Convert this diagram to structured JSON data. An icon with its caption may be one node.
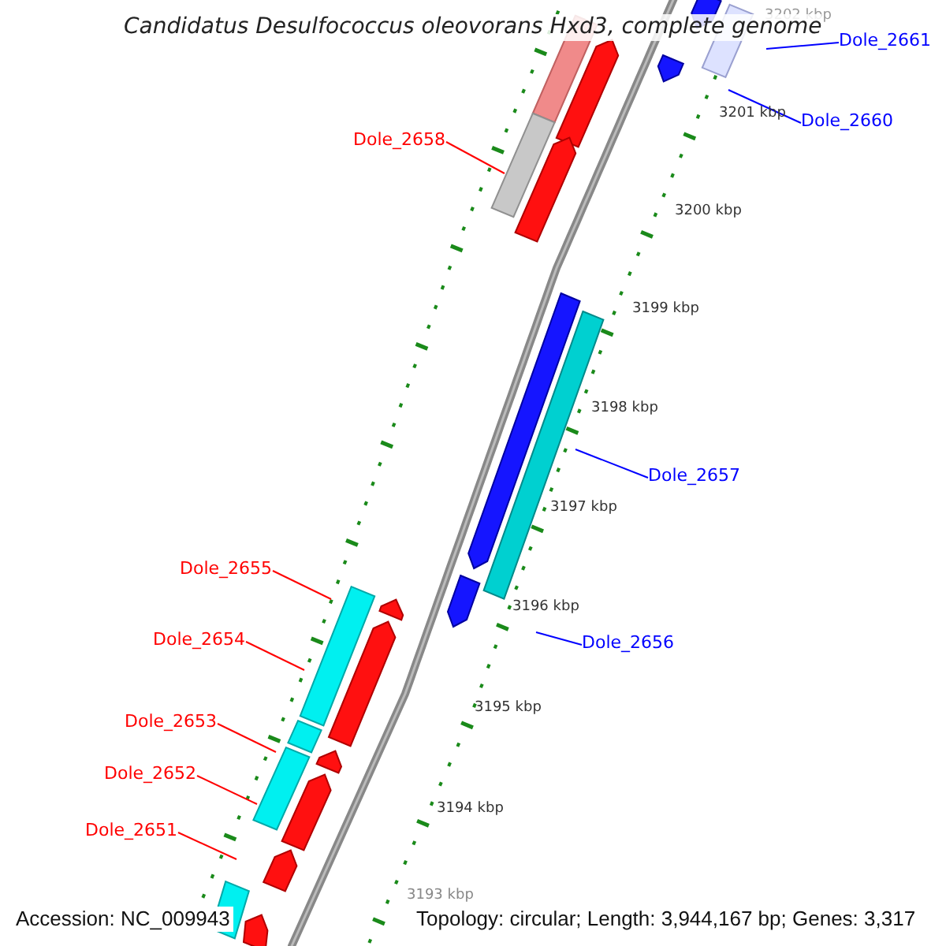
{
  "diagram": {
    "title": "Candidatus Desulfococcus oleovorans Hxd3, complete genome",
    "nodes": [
      {
        "text": [
          "Dole_2661"
        ]
      },
      {
        "text": [
          "Dole_2660"
        ]
      },
      {
        "text": [
          "Dole_2658"
        ]
      },
      {
        "text": [
          "Dole_2657"
        ]
      },
      {
        "text": [
          "Dole_2655"
        ]
      },
      {
        "text": [
          "Dole_2654"
        ]
      },
      {
        "text": [
          "Dole_2656"
        ]
      },
      {
        "text": [
          "Dole_2653"
        ]
      },
      {
        "text": [
          "Dole_2652"
        ]
      },
      {
        "text": [
          "Dole_2651"
        ]
      }
    ],
    "edges": [
      {
        "from": 0,
        "to": null,
        "arrow": "none",
        "color": "#0000ff"
      },
      {
        "from": 1,
        "to": null,
        "arrow": "none",
        "color": "#0000ff"
      },
      {
        "from": 2,
        "to": null,
        "arrow": "none"
      },
      {
        "from": 3,
        "to": null,
        "arrow": "none",
        "color": "#0000ff"
      },
      {
        "from": 4,
        "to": null,
        "arrow": "none"
      },
      {
        "from": 5,
        "to": null,
        "arrow": "none"
      },
      {
        "from": 6,
        "to": null,
        "arrow": "none",
        "color": "#0000ff"
      },
      {
        "from": 7,
        "to": null,
        "arrow": "none"
      },
      {
        "from": 8,
        "to": null,
        "arrow": "none"
      },
      {
        "from": 9,
        "to": null,
        "arrow": "none"
      }
    ],
    "labels": [
      "3202 kbp",
      "3201 kbp",
      "3200 kbp",
      "3199 kbp",
      "3198 kbp",
      "3197 kbp",
      "3196 kbp",
      "3195 kbp",
      "3194 kbp",
      "3193 kbp",
      "Accession: NC_009943",
      "Topology: circular; Length: 3,944,167 bp; Genes: 3,317"
    ]
  }
}
